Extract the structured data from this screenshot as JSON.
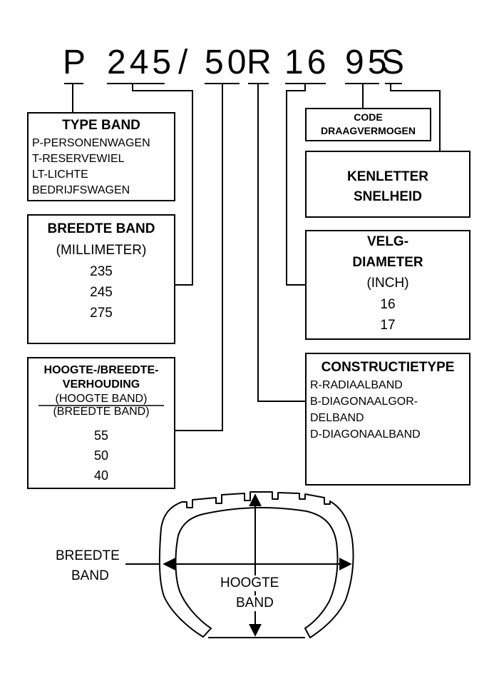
{
  "code": {
    "p": "P",
    "width": "245",
    "slash": "/",
    "aspect": "50",
    "construction": "R",
    "rim": "16",
    "load": "95",
    "speed": "S"
  },
  "type_band": {
    "title": "TYPE BAND",
    "lines": [
      "P-PERSONENWAGEN",
      "T-RESERVEWIEL",
      "LT-LICHTE",
      "BEDRIJFSWAGEN"
    ]
  },
  "breedte_band": {
    "title": "BREEDTE BAND",
    "unit": "(MILLIMETER)",
    "values": [
      "235",
      "245",
      "275"
    ]
  },
  "hoogte": {
    "title1": "HOOGTE-/BREEDTE-",
    "title2": "VERHOUDING",
    "sub1": "(HOOGTE BAND)",
    "sub2": "(BREEDTE BAND)",
    "values": [
      "55",
      "50",
      "40"
    ]
  },
  "code_draag": {
    "line1": "CODE",
    "line2": "DRAAGVERMOGEN"
  },
  "kenletter": {
    "line1": "KENLETTER",
    "line2": "SNELHEID"
  },
  "velg": {
    "title1": "VELG-",
    "title2": "DIAMETER",
    "unit": "(INCH)",
    "values": [
      "16",
      "17"
    ]
  },
  "constructie": {
    "title": "CONSTRUCTIETYPE",
    "lines": [
      "R-RADIAALBAND",
      "B-DIAGONAALGOR-",
      "DELBAND",
      "D-DIAGONAALBAND"
    ]
  },
  "tire": {
    "width_label1": "BREEDTE",
    "width_label2": "BAND",
    "height_label1": "HOOGTE",
    "height_label2": "BAND"
  }
}
